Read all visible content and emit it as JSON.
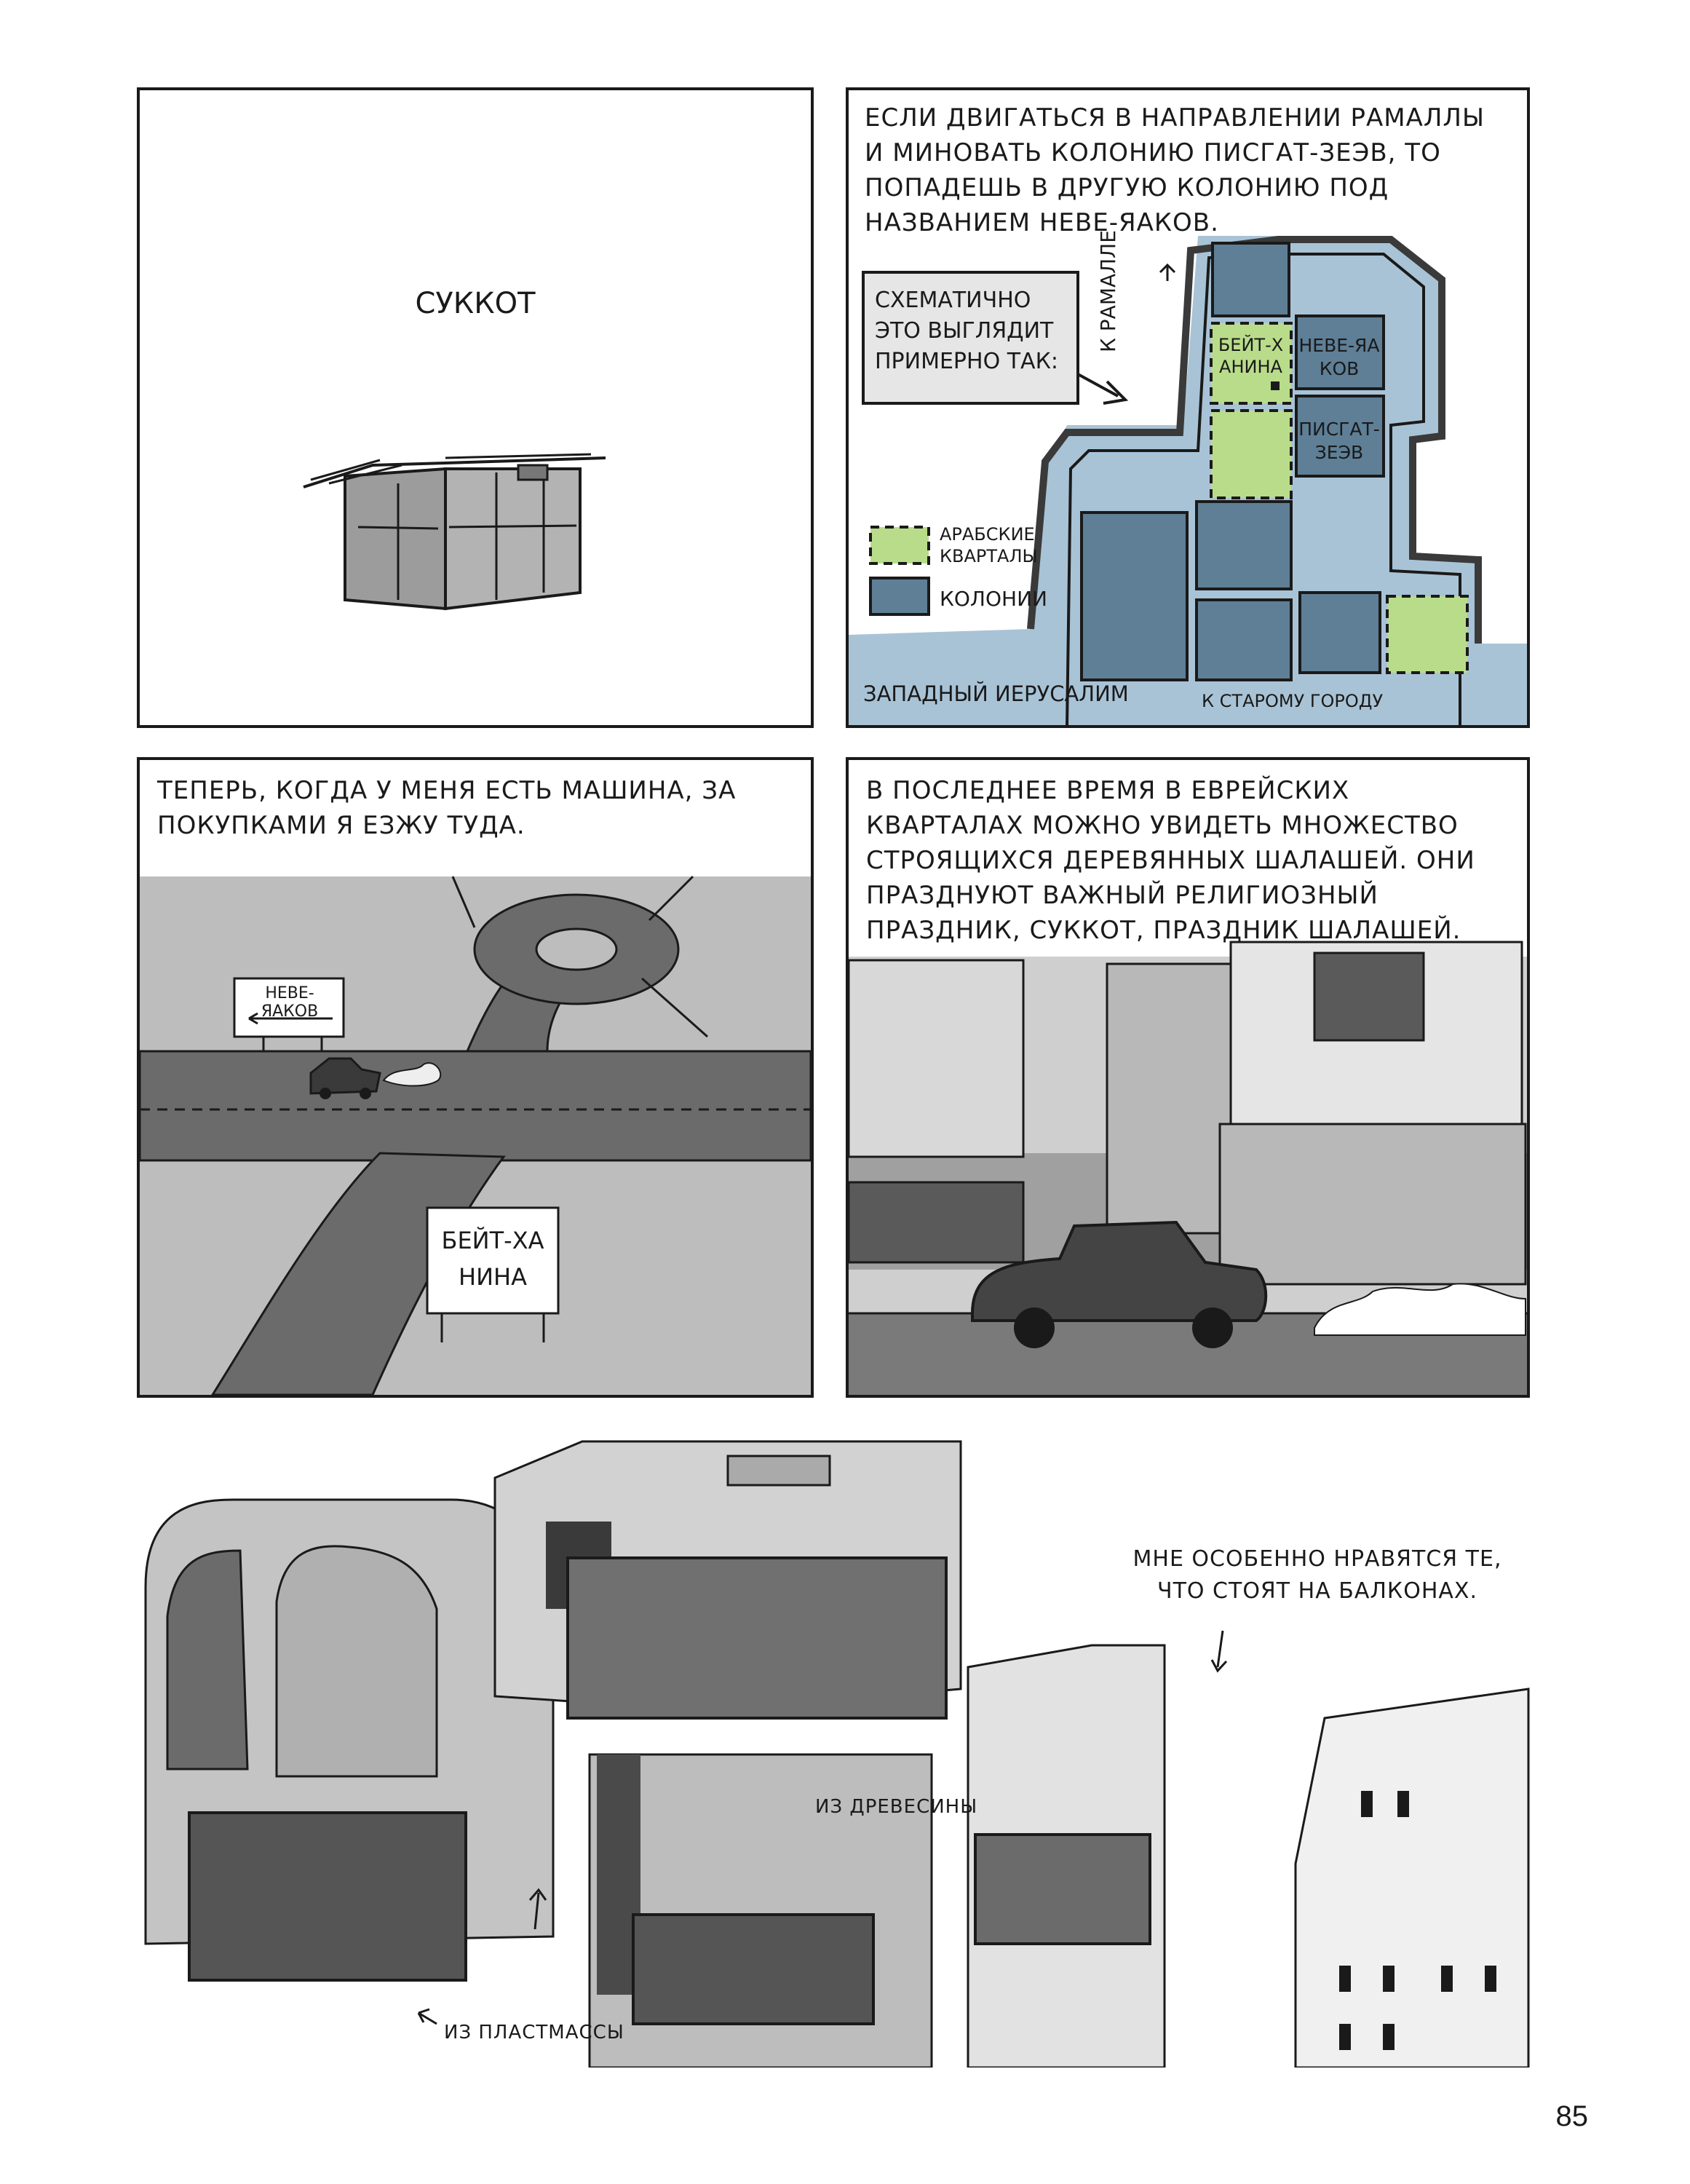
{
  "panel1": {
    "title": "СУККОТ"
  },
  "panel2": {
    "caption": "ЕСЛИ ДВИГАТЬСЯ В НАПРАВЛЕНИИ РАМАЛЛЫ И МИНОВАТЬ КОЛОНИЮ ПИСГАТ-ЗЕЭВ, ТО ПОПАДЕШЬ В ДРУГУЮ КОЛОНИЮ ПОД НАЗВАНИЕМ НЕВЕ-ЯАКОВ.",
    "note": "СХЕМАТИЧНО ЭТО ВЫГЛЯДИТ ПРИМЕРНО ТАК:",
    "to_ramalla": "К РАМАЛЛЕ",
    "beit_hanina": "БЕЙТ-ХАНИНА",
    "neve_yaakov": "НЕВЕ-ЯАКОВ",
    "pisgat_zeev": "ПИСГАТ-ЗЕЭВ",
    "legend_arab": "АРАБСКИЕ КВАРТАЛЫ",
    "legend_colonies": "КОЛОНИИ",
    "west_jerusalem": "ЗАПАДНЫЙ ИЕРУСАЛИМ",
    "to_old_city": "К СТАРОМУ ГОРОДУ",
    "colors": {
      "arab": "#b9dc8a",
      "colony": "#5e7f96",
      "road": "#a9c3d6",
      "outline": "#3a3a3a"
    }
  },
  "panel3": {
    "caption": "ТЕПЕРЬ, КОГДА У МЕНЯ ЕСТЬ МАШИНА, ЗА ПОКУПКАМИ Я ЕЗЖУ ТУДА.",
    "sign1": "НЕВЕ-ЯАКОВ",
    "sign2": "БЕЙТ-ХАНИНА"
  },
  "panel4": {
    "caption": "В ПОСЛЕДНЕЕ ВРЕМЯ В ЕВРЕЙСКИХ КВАРТАЛАХ МОЖНО УВИДЕТЬ МНОЖЕСТВО СТРОЯЩИХСЯ ДЕРЕВЯННЫХ ШАЛАШЕЙ. ОНИ ПРАЗДНУЮТ ВАЖНЫЙ РЕЛИГИОЗНЫЙ ПРАЗДНИК, СУККОТ, ПРАЗДНИК ШАЛАШЕЙ."
  },
  "bottom": {
    "favorite": "МНЕ ОСОБЕННО НРАВЯТСЯ ТЕ, ЧТО СТОЯТ НА БАЛКОНАХ.",
    "wood": "ИЗ ДРЕВЕСИНЫ",
    "plastic": "ИЗ ПЛАСТМАССЫ"
  },
  "page_number": "85"
}
